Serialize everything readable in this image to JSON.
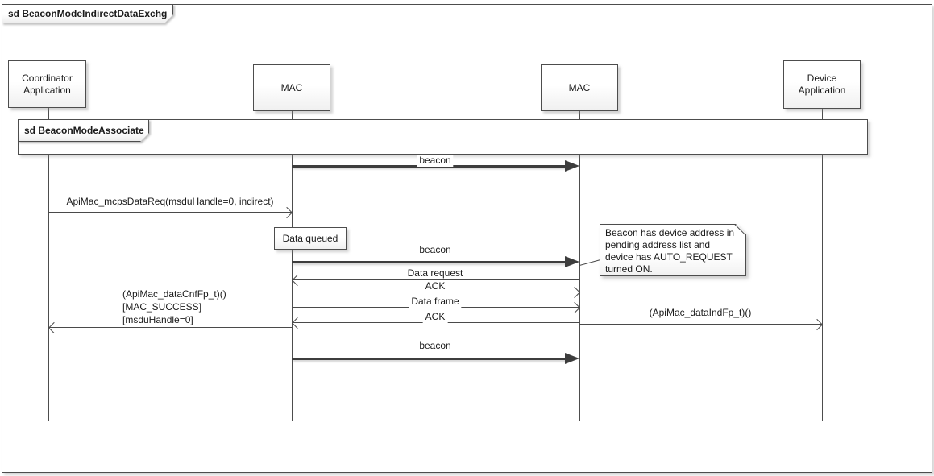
{
  "frame": {
    "title": "sd BeaconModeIndirectDataExchg"
  },
  "inner_frame": {
    "title": "sd BeaconModeAssociate"
  },
  "lifelines": {
    "coordinator": "Coordinator\nApplication",
    "mac1": "MAC",
    "mac2": "MAC",
    "device": "Device\nApplication"
  },
  "messages": {
    "beacon1": "beacon",
    "mcps_data_req": "ApiMac_mcpsDataReq(msduHandle=0, indirect)",
    "beacon2": "beacon",
    "data_request": "Data request",
    "ack1": "ACK",
    "data_frame": "Data frame",
    "ack2": "ACK",
    "data_ind": "(ApiMac_dataIndFp_t)()",
    "data_cnf_line1": "(ApiMac_dataCnfFp_t)()",
    "data_cnf_line2": "[MAC_SUCCESS]",
    "data_cnf_line3": "[msduHandle=0]",
    "beacon3": "beacon"
  },
  "notes": {
    "data_queued": "Data queued",
    "beacon_pending": "Beacon has device address in\npending address list and\ndevice has AUTO_REQUEST\nturned ON."
  },
  "colors": {
    "line": "#4a4a4a",
    "thick_arrow": "#3d3d3d",
    "text": "#1a1a1a",
    "background": "#ffffff"
  }
}
